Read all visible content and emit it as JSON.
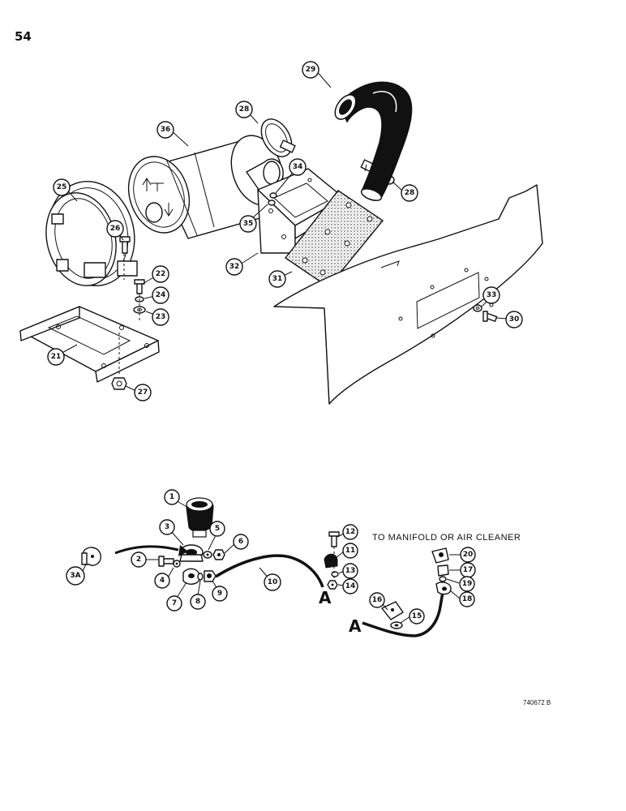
{
  "page": {
    "number": "54"
  },
  "notes": {
    "manifold": "TO MANIFOLD OR AIR CLEANER",
    "drawing_id": "740672 B"
  },
  "markers": [
    "A",
    "A"
  ],
  "callouts": {
    "c1": "1",
    "c2": "2",
    "c3": "3",
    "c3a": "3A",
    "c4": "4",
    "c5": "5",
    "c6": "6",
    "c7": "7",
    "c8": "8",
    "c9": "9",
    "c10": "10",
    "c11": "11",
    "c12": "12",
    "c13": "13",
    "c14": "14",
    "c15": "15",
    "c16": "16",
    "c17": "17",
    "c18": "18",
    "c19": "19",
    "c20": "20",
    "c21": "21",
    "c22": "22",
    "c23": "23",
    "c24": "24",
    "c25": "25",
    "c26": "26",
    "c27": "27",
    "c28a": "28",
    "c28b": "28",
    "c29": "29",
    "c30": "30",
    "c31": "31",
    "c32": "32",
    "c33": "33",
    "c34": "34",
    "c35": "35",
    "c36": "36"
  }
}
